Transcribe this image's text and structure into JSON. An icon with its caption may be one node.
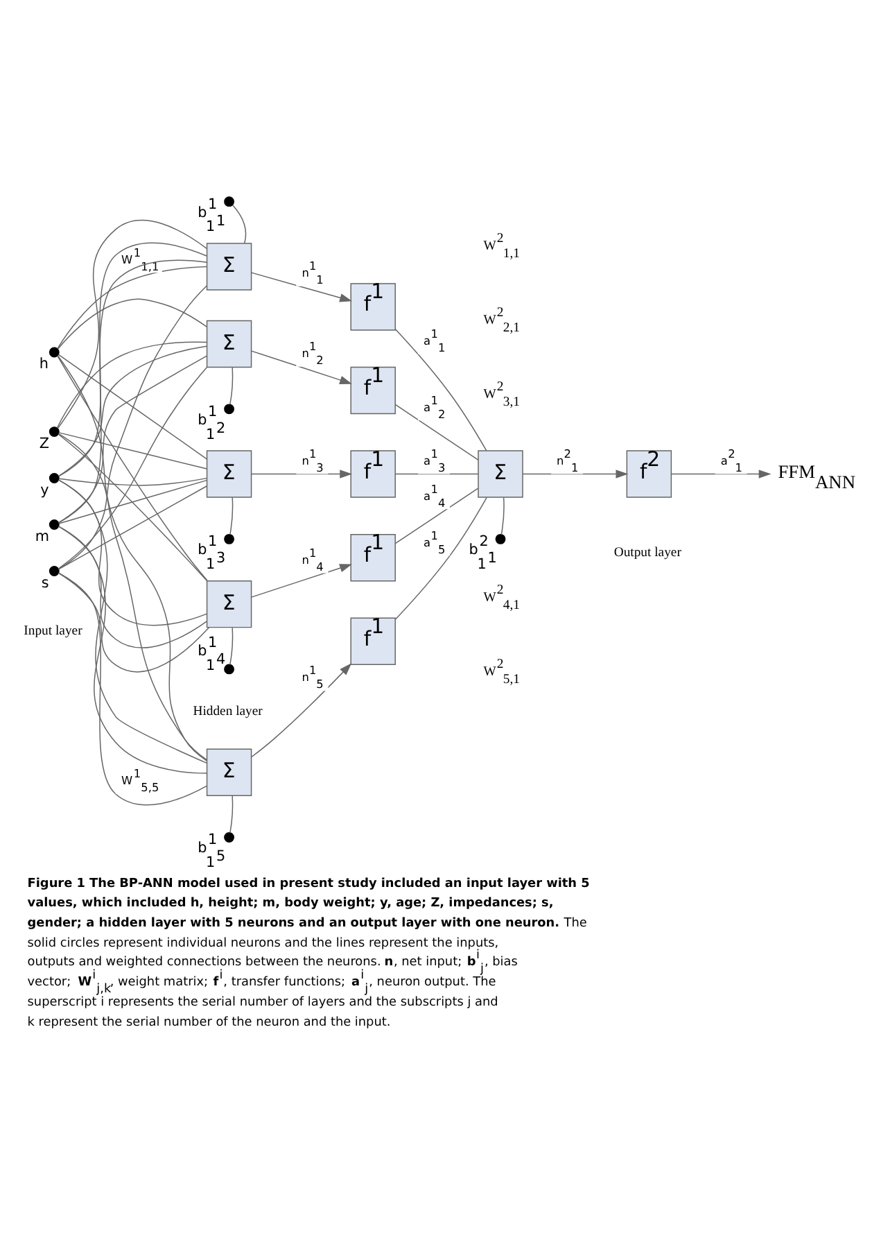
{
  "diagram": {
    "caption": "**Figure 1 The BP-ANN model used in present study included an input layer with 5 values, which included h, height; m, body weight; y, age; Z, impedances; s, gender; a hidden layer with 5 neurons and an output layer with one neuron.** The solid circles represent individual neurons and the lines represent the inputs, outputs and weighted connections between the neurons. **n**, net input; **b**$^{i}$$_{j}$, bias vector; **W**$^{i}$$_{j,k}$, weight matrix; **f**$^{i}$, transfer functions; **a**$^{i}$$_{j}$, neuron output. The superscript i represents the serial number of layers and the subscripts j and k represent the serial number of the neuron and the input.",
    "nodes": [
      {
        "text": [],
        "shape": "circle",
        "beside": [
          "h"
        ]
      },
      {
        "text": [],
        "shape": "circle",
        "beside": [
          "Z"
        ]
      },
      {
        "text": [],
        "shape": "circle",
        "beside": [
          "y"
        ]
      },
      {
        "text": [],
        "shape": "circle",
        "beside": [
          "m"
        ]
      },
      {
        "text": [],
        "shape": "circle",
        "beside": [
          "s"
        ]
      },
      {
        "text": [
          "Σ"
        ]
      },
      {
        "text": [
          "Σ"
        ]
      },
      {
        "text": [
          "Σ"
        ]
      },
      {
        "text": [
          "Σ"
        ]
      },
      {
        "text": [
          "Σ"
        ]
      },
      {
        "text": [],
        "shape": "circle",
        "beside": [
          "b$^{1}$$_{1}$",
          "1"
        ]
      },
      {
        "text": [],
        "shape": "circle",
        "beside": [
          "b$^{1}$$_{2}$",
          "1"
        ]
      },
      {
        "text": [],
        "shape": "circle",
        "beside": [
          "b$^{1}$$_{3}$",
          "1"
        ]
      },
      {
        "text": [],
        "shape": "circle",
        "beside": [
          "b$^{1}$$_{4}$",
          "1"
        ]
      },
      {
        "text": [],
        "shape": "circle",
        "beside": [
          "b$^{1}$$_{5}$",
          "1"
        ]
      },
      {
        "text": [
          "f$^{1}$"
        ]
      },
      {
        "text": [
          "f$^{1}$"
        ]
      },
      {
        "text": [
          "f$^{1}$"
        ]
      },
      {
        "text": [
          "f$^{1}$"
        ]
      },
      {
        "text": [
          "f$^{1}$"
        ]
      },
      {
        "text": [
          "Σ"
        ]
      },
      {
        "text": [],
        "shape": "circle",
        "beside": [
          "b$^{2}$$_{1}$",
          "1"
        ]
      },
      {
        "text": [
          "f$^{2}$"
        ]
      },
      {
        "text": [
          "FFM$_{ANN}$"
        ]
      }
    ],
    "edges": [
      {
        "from": 0,
        "to": 5,
        "arrow": "none",
        "label": "W$^{1}$$_{1,1}$"
      },
      {
        "from": 0,
        "to": 6,
        "arrow": "none"
      },
      {
        "from": 0,
        "to": 7,
        "arrow": "none"
      },
      {
        "from": 0,
        "to": 8,
        "arrow": "none"
      },
      {
        "from": 0,
        "to": 9,
        "arrow": "none"
      },
      {
        "from": 1,
        "to": 5,
        "arrow": "none"
      },
      {
        "from": 1,
        "to": 6,
        "arrow": "none"
      },
      {
        "from": 1,
        "to": 7,
        "arrow": "none"
      },
      {
        "from": 1,
        "to": 8,
        "arrow": "none"
      },
      {
        "from": 1,
        "to": 9,
        "arrow": "none"
      },
      {
        "from": 2,
        "to": 5,
        "arrow": "none"
      },
      {
        "from": 2,
        "to": 6,
        "arrow": "none"
      },
      {
        "from": 2,
        "to": 7,
        "arrow": "none"
      },
      {
        "from": 2,
        "to": 8,
        "arrow": "none"
      },
      {
        "from": 2,
        "to": 9,
        "arrow": "none"
      },
      {
        "from": 3,
        "to": 5,
        "arrow": "none"
      },
      {
        "from": 3,
        "to": 6,
        "arrow": "none"
      },
      {
        "from": 3,
        "to": 7,
        "arrow": "none"
      },
      {
        "from": 3,
        "to": 8,
        "arrow": "none"
      },
      {
        "from": 3,
        "to": 9,
        "arrow": "none"
      },
      {
        "from": 4,
        "to": 5,
        "arrow": "none"
      },
      {
        "from": 4,
        "to": 6,
        "arrow": "none"
      },
      {
        "from": 4,
        "to": 7,
        "arrow": "none"
      },
      {
        "from": 4,
        "to": 8,
        "arrow": "none"
      },
      {
        "from": 4,
        "to": 9,
        "arrow": "none",
        "label": "W$^{1}$$_{5,5}$"
      },
      {
        "from": 10,
        "to": 5,
        "arrow": "none"
      },
      {
        "from": 11,
        "to": 6,
        "arrow": "none"
      },
      {
        "from": 12,
        "to": 7,
        "arrow": "none"
      },
      {
        "from": 13,
        "to": 8,
        "arrow": "none"
      },
      {
        "from": 14,
        "to": 9,
        "arrow": "none"
      },
      {
        "from": 5,
        "to": 15,
        "arrow": "to",
        "label": "n$^{1}$$_{1}$"
      },
      {
        "from": 6,
        "to": 16,
        "arrow": "to",
        "label": "n$^{1}$$_{2}$"
      },
      {
        "from": 7,
        "to": 17,
        "arrow": "to",
        "label": "n$^{1}$$_{3}$"
      },
      {
        "from": 8,
        "to": 18,
        "arrow": "to",
        "label": "n$^{1}$$_{4}$"
      },
      {
        "from": 9,
        "to": 19,
        "arrow": "to",
        "label": "n$^{1}$$_{5}$"
      },
      {
        "from": 15,
        "to": 20,
        "arrow": "none",
        "label": "a$^{1}$$_{1}$"
      },
      {
        "from": 16,
        "to": 20,
        "arrow": "none",
        "label": "a$^{1}$$_{2}$"
      },
      {
        "from": 17,
        "to": 20,
        "arrow": "none",
        "label": "a$^{1}$$_{3}$"
      },
      {
        "from": 18,
        "to": 20,
        "arrow": "none",
        "label": "a$^{1}$$_{4}$"
      },
      {
        "from": 19,
        "to": 20,
        "arrow": "none",
        "label": "a$^{1}$$_{5}$"
      },
      {
        "from": 21,
        "to": 20,
        "arrow": "none"
      },
      {
        "from": 20,
        "to": 22,
        "arrow": "to",
        "label": "n$^{2}$$_{1}$"
      },
      {
        "from": 22,
        "to": 23,
        "arrow": "to",
        "label": "a$^{2}$$_{1}$"
      }
    ],
    "labels": [
      "W$^{2}$$_{1,1}$",
      "W$^{2}$$_{2,1}$",
      "W$^{2}$$_{3,1}$",
      "W$^{2}$$_{4,1}$",
      "W$^{2}$$_{5,1}$",
      "Input layer",
      "Hidden layer",
      "Output layer"
    ]
  }
}
